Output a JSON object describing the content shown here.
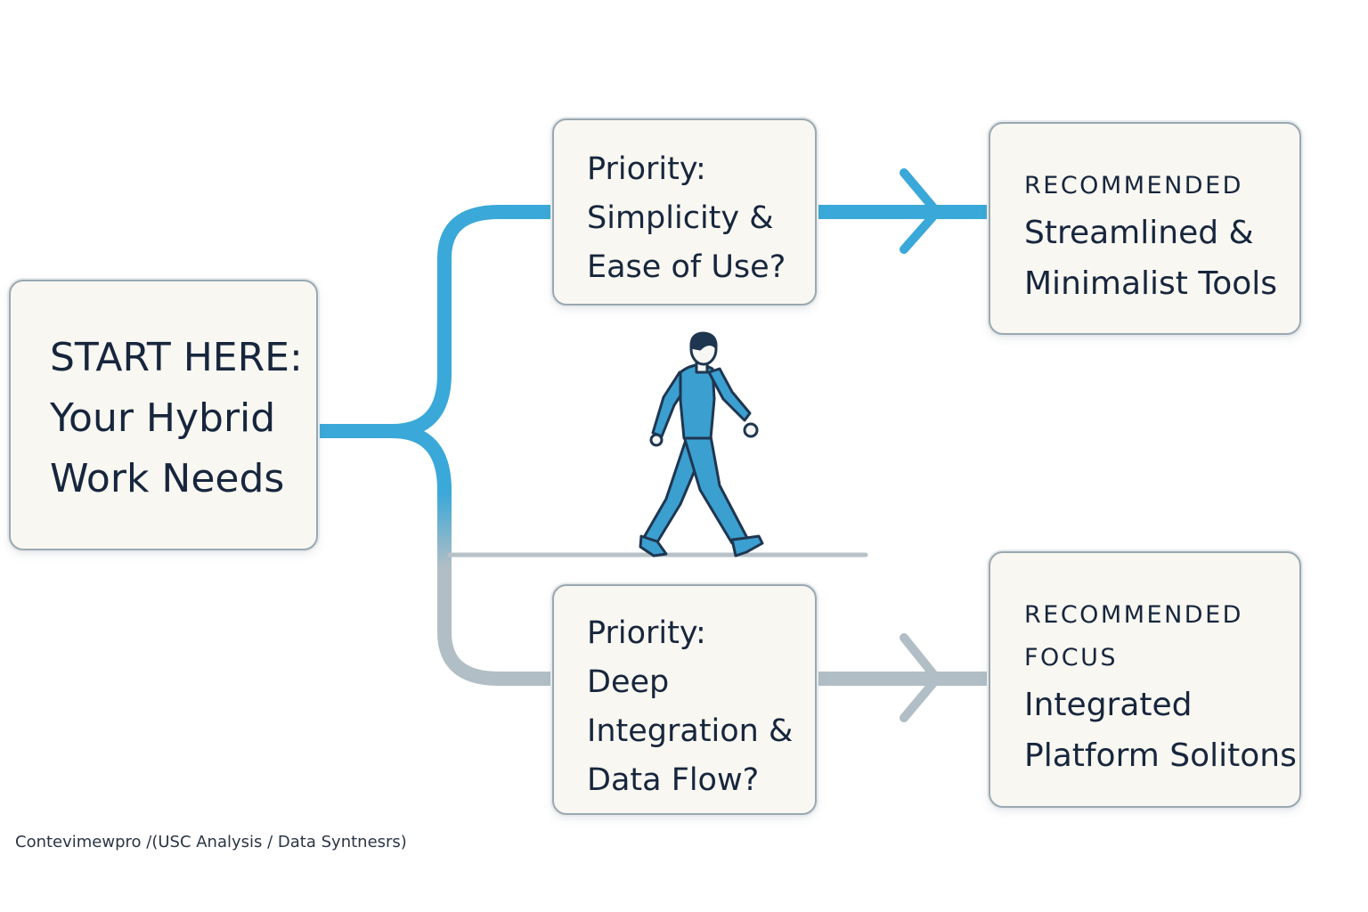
{
  "start": {
    "lines": [
      "START HERE:",
      "Your Hybrid",
      "Work Needs"
    ]
  },
  "branches": [
    {
      "priority_lines": [
        "Priority:",
        "Simplicity &",
        "Ease of Use?"
      ],
      "recommendation": {
        "label_lines": [
          "RECOMMENDED"
        ],
        "text_lines": [
          "Streamlined &",
          "Minimalist Tools"
        ]
      },
      "color": "#3aa8d8"
    },
    {
      "priority_lines": [
        "Priority:",
        "Deep",
        "Integration &",
        "Data Flow?"
      ],
      "recommendation": {
        "label_lines": [
          "RECOMMENDED",
          "FOCUS"
        ],
        "text_lines": [
          "Integrated",
          "Platform Solitons"
        ]
      },
      "color": "#b1bec5"
    }
  ],
  "illustration": {
    "icon": "walking-person-icon",
    "color": "#3b9fd0"
  },
  "source": "Contevimewpro /(USC Analysis / Data Syntnesrs)",
  "colors": {
    "accent": "#3aa8d8",
    "muted": "#b1bec5",
    "box_fill": "#f8f7f1",
    "box_border": "#9aa8b1",
    "text": "#17263d"
  }
}
